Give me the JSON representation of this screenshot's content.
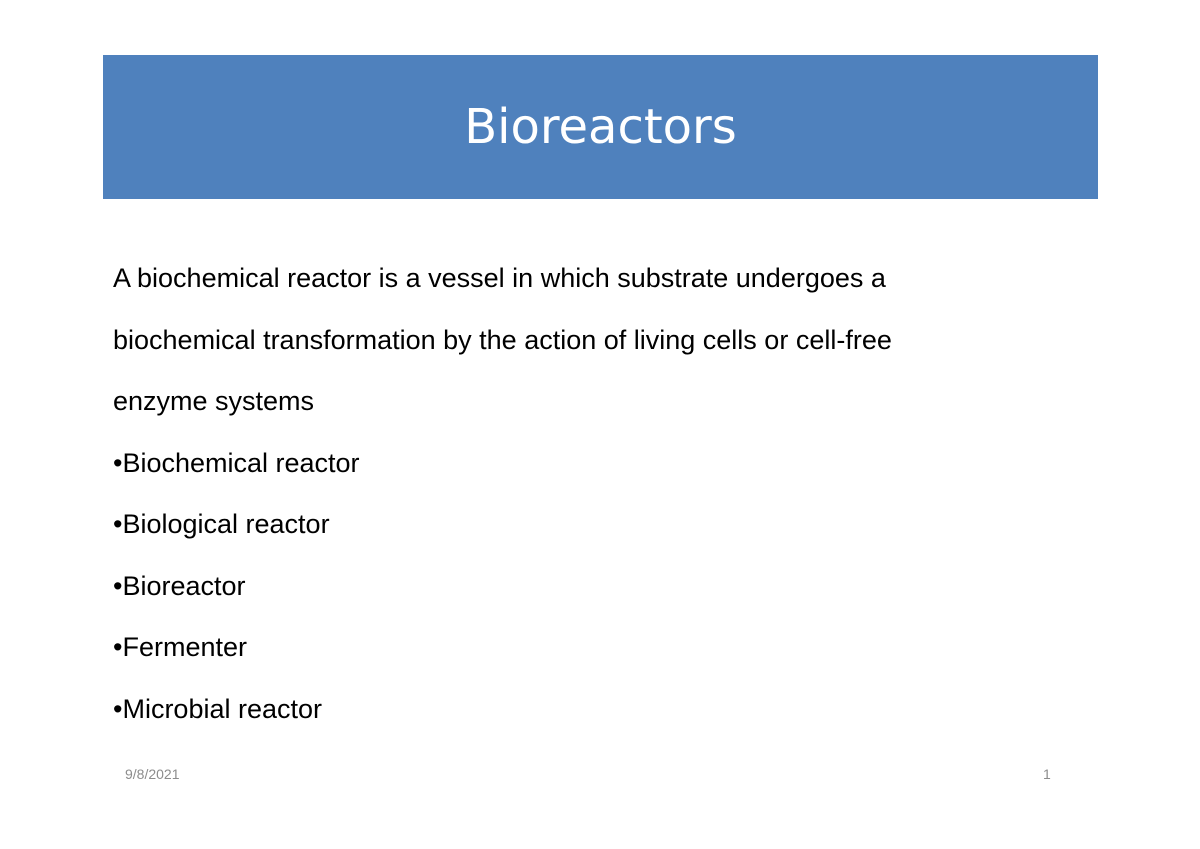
{
  "slide": {
    "title": "Bioreactors",
    "title_bg_color": "#4f81bd",
    "paragraph_lines": [
      "A biochemical reactor is a vessel in which substrate undergoes a",
      "biochemical transformation by the action of living cells or cell-free",
      "enzyme systems"
    ],
    "bullets": [
      "•Biochemical reactor",
      "•Biological reactor",
      "•Bioreactor",
      "•Fermenter",
      "•Microbial reactor"
    ],
    "footer": {
      "date": "9/8/2021",
      "page_number": "1"
    }
  }
}
